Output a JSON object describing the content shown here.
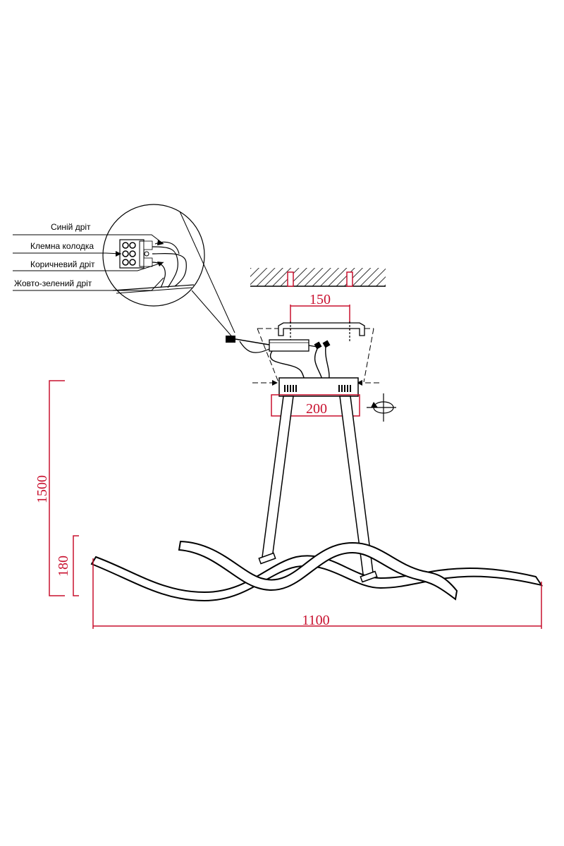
{
  "wiring_labels": {
    "blue_wire": "Синій дріт",
    "terminal_block": "Клемна колодка",
    "brown_wire": "Коричневий дріт",
    "ground_wire": "Жовто-зелений дріт"
  },
  "dimensions": {
    "bracket_spacing": "150",
    "canopy_width": "200",
    "total_height": "1500",
    "wave_height": "180",
    "total_length": "1100"
  },
  "colors": {
    "line": "#000000",
    "dimension": "#c8102e"
  }
}
